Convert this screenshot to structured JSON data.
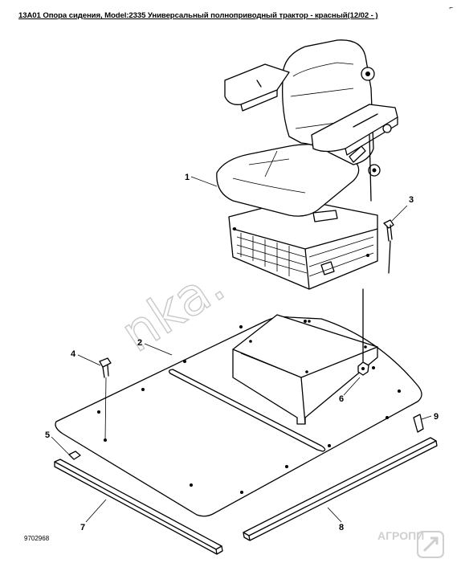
{
  "header": {
    "title": "13A01 Опора сидения, Model:2335 Универсальный полноприводный трактор - красный(12/02 - )",
    "corner_mark": "⌐"
  },
  "diagram": {
    "drawing_number": "9702968",
    "callouts": [
      "1",
      "2",
      "3",
      "4",
      "5",
      "6",
      "7",
      "8",
      "9"
    ],
    "watermark": "nka.",
    "brand_watermark": "АГРОПИ"
  }
}
